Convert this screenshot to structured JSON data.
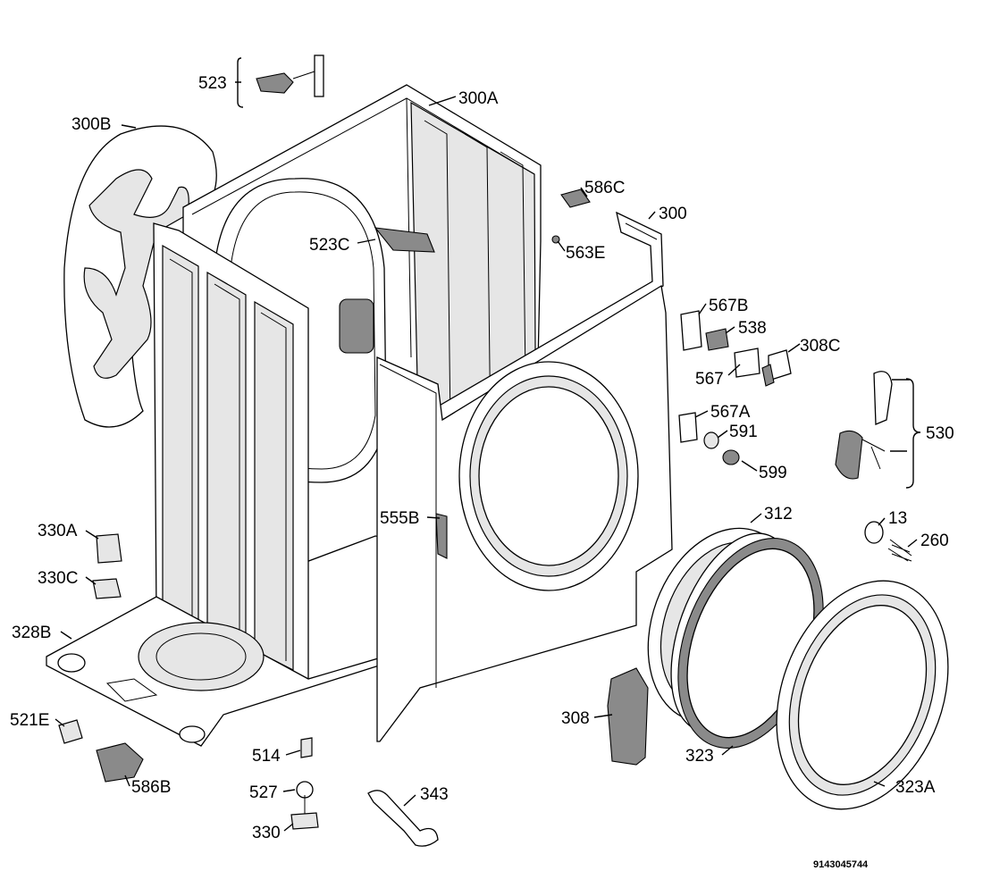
{
  "document_code": "9143045744",
  "parts": [
    {
      "id": "523"
    },
    {
      "id": "300A"
    },
    {
      "id": "300B"
    },
    {
      "id": "586C"
    },
    {
      "id": "300"
    },
    {
      "id": "523C"
    },
    {
      "id": "563E"
    },
    {
      "id": "567B"
    },
    {
      "id": "538"
    },
    {
      "id": "308C"
    },
    {
      "id": "567"
    },
    {
      "id": "530"
    },
    {
      "id": "567A"
    },
    {
      "id": "591"
    },
    {
      "id": "599"
    },
    {
      "id": "330A"
    },
    {
      "id": "555B"
    },
    {
      "id": "312"
    },
    {
      "id": "13"
    },
    {
      "id": "260"
    },
    {
      "id": "330C"
    },
    {
      "id": "328B"
    },
    {
      "id": "308"
    },
    {
      "id": "521E"
    },
    {
      "id": "323"
    },
    {
      "id": "514"
    },
    {
      "id": "323A"
    },
    {
      "id": "586B"
    },
    {
      "id": "527"
    },
    {
      "id": "343"
    },
    {
      "id": "330"
    }
  ]
}
